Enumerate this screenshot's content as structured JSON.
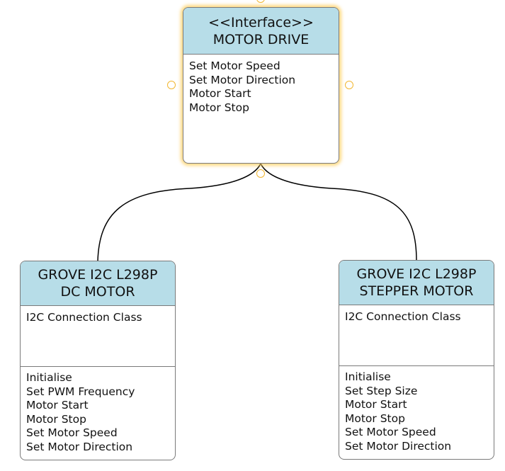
{
  "interface_box": {
    "stereotype": "<<Interface>>",
    "name": "MOTOR DRIVE",
    "operations": [
      "Set Motor Speed",
      "Set Motor Direction",
      "Motor Start",
      "Motor Stop"
    ]
  },
  "dc_motor_box": {
    "name_line1": "GROVE I2C L298P",
    "name_line2": "DC MOTOR",
    "attributes": [
      "I2C Connection Class"
    ],
    "operations": [
      "Initialise",
      "Set PWM Frequency",
      "Motor Start",
      "Motor Stop",
      "Set Motor Speed",
      "Set Motor Direction"
    ]
  },
  "stepper_motor_box": {
    "name_line1": "GROVE I2C L298P",
    "name_line2": "STEPPER MOTOR",
    "attributes": [
      "I2C Connection Class"
    ],
    "operations": [
      "Initialise",
      "Set Step Size",
      "Motor Start",
      "Motor Stop",
      "Set Motor Speed",
      "Set Motor Direction"
    ]
  },
  "colors": {
    "header_fill": "#b7dde8",
    "border": "#7a7a7a",
    "selection_glow": "#ffcd5a",
    "handle_stroke": "#f2b730",
    "connector": "#000000"
  }
}
